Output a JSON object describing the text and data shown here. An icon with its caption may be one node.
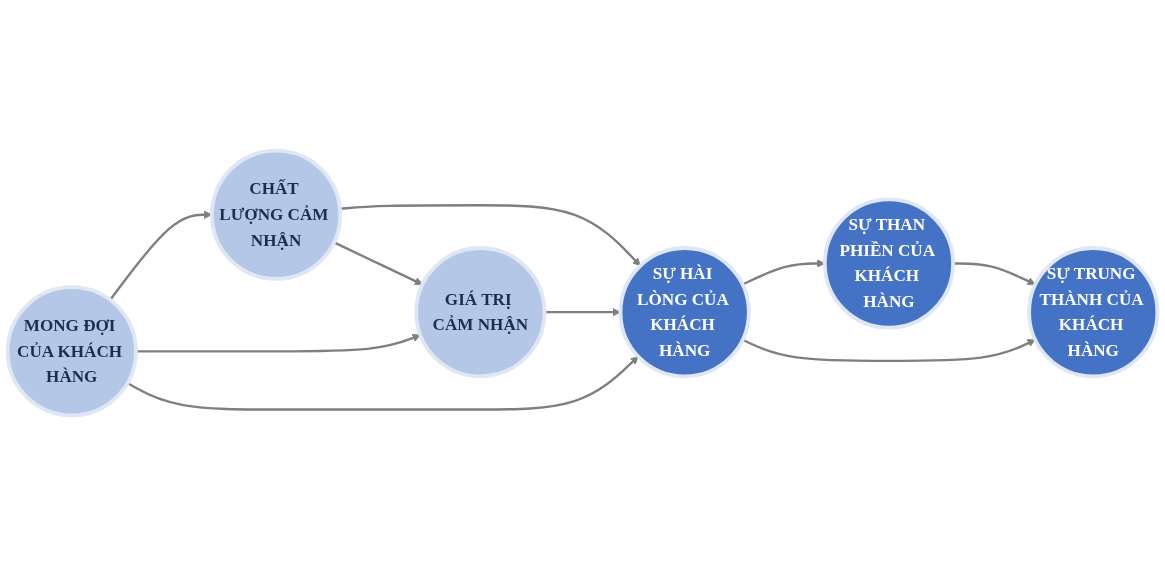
{
  "diagram": {
    "nodes": [
      {
        "text": [
          "CHẤT LƯỢNG CẢM NHẬN"
        ]
      },
      {
        "text": [
          "GIÁ TRỊ CẢM NHẬN"
        ]
      },
      {
        "text": [
          "MONG ĐỢI CỦA KHÁCH HÀNG"
        ]
      },
      {
        "text": [
          "SỰ HÀI LÒNG CỦA KHÁCH HÀNG"
        ]
      },
      {
        "text": [
          "SỰ THAN PHIỀN CỦA KHÁCH HÀNG"
        ]
      },
      {
        "text": [
          "SỰ TRUNG THÀNH CỦA KHÁCH HÀNG"
        ]
      }
    ],
    "edges": [
      {
        "from": 0,
        "to": 3,
        "arrow": "to"
      },
      {
        "from": 0,
        "to": 1,
        "arrow": "to"
      },
      {
        "from": 2,
        "to": 0,
        "arrow": "to"
      },
      {
        "from": 2,
        "to": 1,
        "arrow": "to"
      },
      {
        "from": 2,
        "to": 3,
        "arrow": "to"
      },
      {
        "from": 1,
        "to": 3,
        "arrow": "to"
      },
      {
        "from": 3,
        "to": 4,
        "arrow": "to"
      },
      {
        "from": 4,
        "to": 5,
        "arrow": "to"
      },
      {
        "from": 3,
        "to": 5,
        "arrow": "to"
      }
    ]
  }
}
